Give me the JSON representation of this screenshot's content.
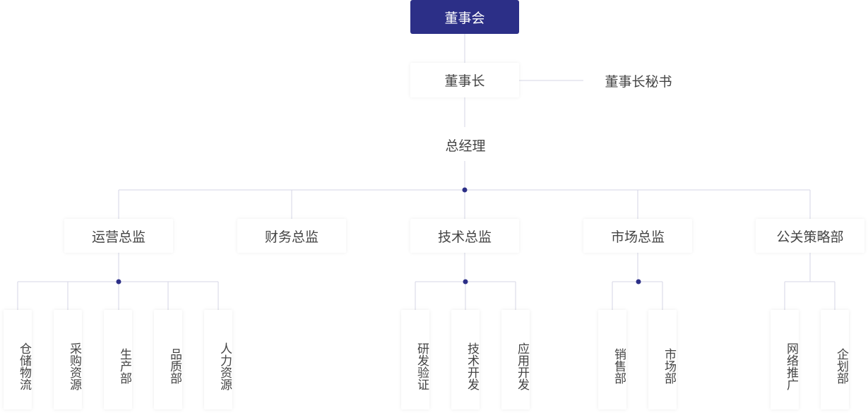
{
  "org": {
    "board": "董事会",
    "chairman": "董事长",
    "chairman_secretary": "董事长秘书",
    "general_manager": "总经理",
    "directors": {
      "operations": "运营总监",
      "finance": "财务总监",
      "technology": "技术总监",
      "marketing": "市场总监",
      "pr": "公关策略部"
    },
    "operations_depts": {
      "d1": "仓储物流",
      "d2": "采购资源",
      "d3": "生产部",
      "d4": "品质部",
      "d5": "人力资源"
    },
    "technology_depts": {
      "d1": "研发验证",
      "d2": "技术开发",
      "d3": "应用开发"
    },
    "marketing_depts": {
      "d1": "销售部",
      "d2": "市场部"
    },
    "pr_depts": {
      "d1": "网络推广",
      "d2": "企划部"
    }
  },
  "colors": {
    "root_fill": "#2c2f87",
    "line": "#d5d6e6",
    "junction_dot": "#2c2f87",
    "text": "#444444"
  }
}
